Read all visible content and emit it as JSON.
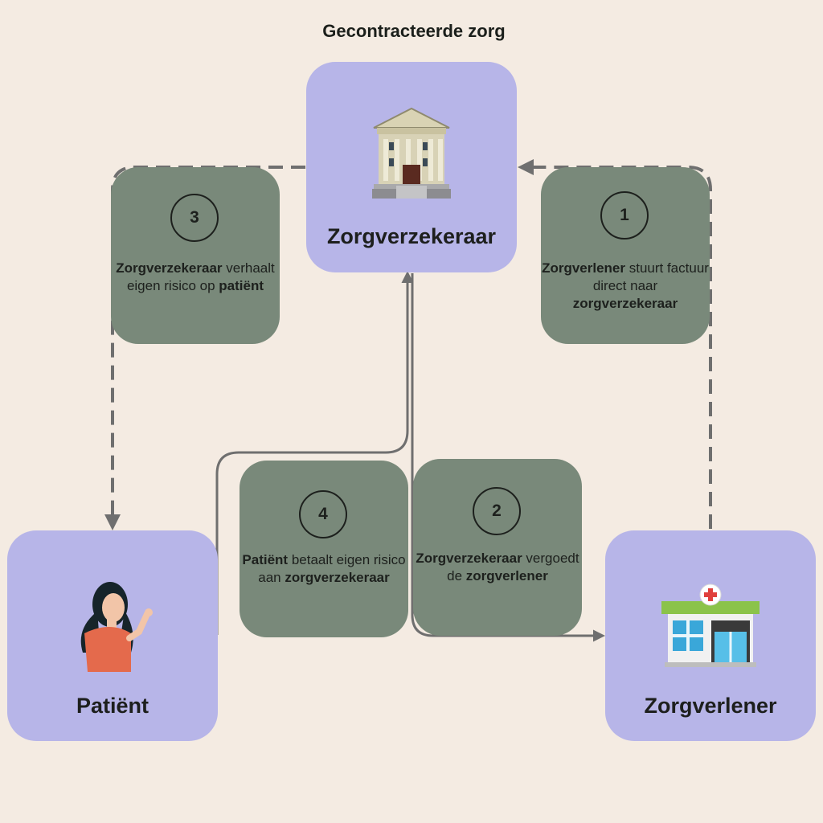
{
  "title": "Gecontracteerde zorg",
  "entities": {
    "insurer": {
      "label": "Zorgverzekeraar",
      "icon": "bank-building-icon"
    },
    "patient": {
      "label": "Patiënt",
      "icon": "woman-waving-icon"
    },
    "provider": {
      "label": "Zorgverlener",
      "icon": "clinic-building-icon"
    }
  },
  "steps": [
    {
      "number": "1",
      "parts": [
        {
          "text": "Zorgverlener",
          "bold": true
        },
        {
          "text": " stuurt factuur direct naar ",
          "bold": false
        },
        {
          "text": "zorgverzekeraar",
          "bold": true
        }
      ]
    },
    {
      "number": "2",
      "parts": [
        {
          "text": "Zorgverzekeraar",
          "bold": true
        },
        {
          "text": " vergoedt de ",
          "bold": false
        },
        {
          "text": "zorgverlener",
          "bold": true
        }
      ]
    },
    {
      "number": "3",
      "parts": [
        {
          "text": "Zorgverzekeraar",
          "bold": true
        },
        {
          "text": " verhaalt eigen risico op ",
          "bold": false
        },
        {
          "text": "patiënt",
          "bold": true
        }
      ]
    },
    {
      "number": "4",
      "parts": [
        {
          "text": "Patiënt",
          "bold": true
        },
        {
          "text": " betaalt eigen risico aan ",
          "bold": false
        },
        {
          "text": "zorgverzekeraar",
          "bold": true
        }
      ]
    }
  ],
  "colors": {
    "background": "#f4ebe2",
    "entity_box": "#b7b5e8",
    "step_box": "#79897a",
    "connector": "#6f6f6f"
  }
}
